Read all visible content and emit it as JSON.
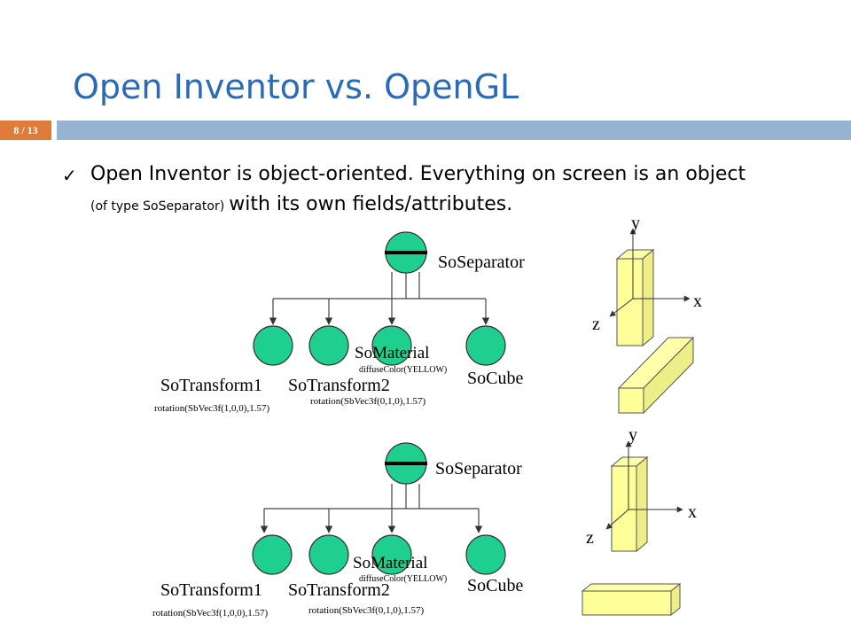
{
  "slide": {
    "title": "Open Inventor vs. OpenGL",
    "page_label": "8 / 13",
    "bullet": {
      "main": "Open Inventor is object-oriented. Everything on screen is an object",
      "note": "(of type SoSeparator)",
      "rest": "with its own fields/attributes."
    }
  },
  "diagram_top": {
    "root": "SoSeparator",
    "children": [
      "SoTransform1",
      "SoTransform2",
      "SoMaterial",
      "SoCube"
    ],
    "t1_arg": "rotation(SbVec3f(1,0,0),1.57)",
    "t2_arg": "rotation(SbVec3f(0,1,0),1.57)",
    "mat_arg": "diffuseColor(YELLOW)",
    "axes": {
      "y": "y",
      "x": "x",
      "z": "z"
    }
  },
  "diagram_bottom": {
    "root": "SoSeparator",
    "children": [
      "SoTransform1",
      "SoTransform2",
      "SoMaterial",
      "SoCube"
    ],
    "t1_arg": "rotation(SbVec3f(1,0,0),1.57)",
    "t2_arg": "rotation(SbVec3f(0,1,0),1.57)",
    "mat_arg": "diffuseColor(YELLOW)",
    "axes": {
      "y": "y",
      "x": "x",
      "z": "z"
    }
  },
  "colors": {
    "title": "#2a6ab8",
    "bar": "#96b4d2",
    "page_badge": "#e07b39",
    "node": "#1fcf8f",
    "box": "#ffff99"
  }
}
